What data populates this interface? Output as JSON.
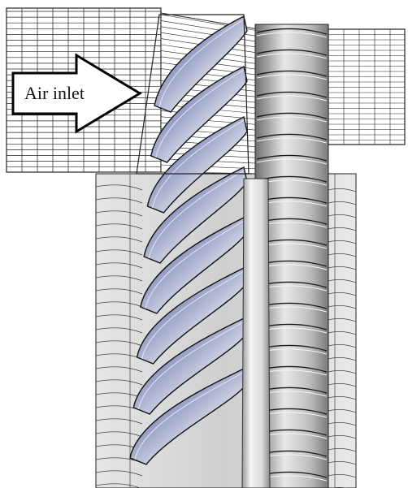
{
  "figure": {
    "annotation": "Air inlet",
    "colors": {
      "background": "#ffffff",
      "mesh_line": "#222222",
      "arrow_fill": "#ffffff",
      "arrow_stroke": "#000000",
      "blade_dark": "#4a4e5a",
      "blade_blue": "#7d88b8",
      "blade_light": "#d9dbe4",
      "hub_light": "#ececec",
      "hub_dark": "#8a8a8a",
      "rotor_metal": "#bfbfbf"
    },
    "parts": {
      "blade_count": 8,
      "stator_vane_count": 22
    }
  }
}
